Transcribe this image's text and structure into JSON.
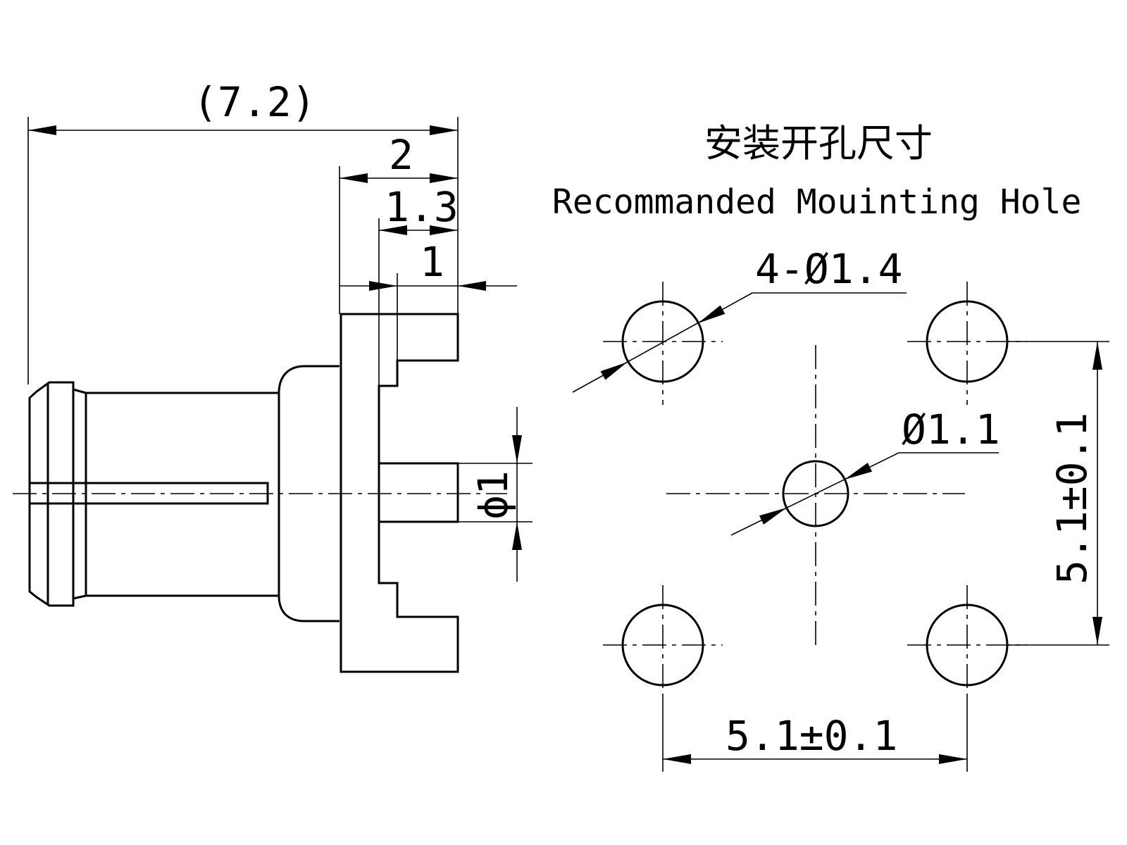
{
  "title": {
    "chinese": "安装开孔尺寸",
    "english": "Recommanded Mouinting Hole"
  },
  "side_view": {
    "overall_length": "(7.2)",
    "dim_2": "2",
    "dim_1_3": "1.3",
    "dim_1": "1",
    "pin_diameter": "ϕ1"
  },
  "hole_pattern": {
    "outer_holes": "4-Ø1.4",
    "center_hole": "Ø1.1",
    "spacing_horizontal": "5.1±0.1",
    "spacing_vertical": "5.1±0.1"
  },
  "colors": {
    "line": "#000000",
    "background": "#ffffff"
  }
}
